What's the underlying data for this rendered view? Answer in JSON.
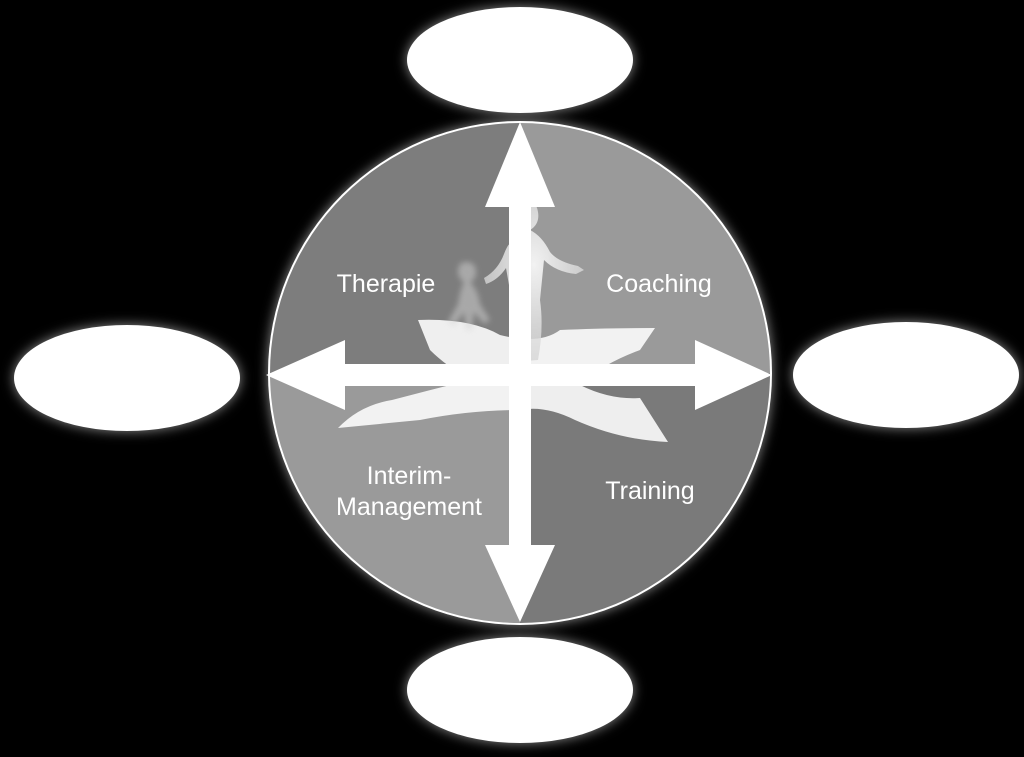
{
  "diagram": {
    "quadrants": [
      {
        "id": "therapie",
        "lines": [
          "Therapie"
        ]
      },
      {
        "id": "coaching",
        "lines": [
          "Coaching"
        ]
      },
      {
        "id": "interim-management",
        "lines": [
          "Interim-",
          "Management"
        ]
      },
      {
        "id": "training",
        "lines": [
          "Training"
        ]
      }
    ],
    "outer_ovals": [
      {
        "id": "top",
        "label": ""
      },
      {
        "id": "left",
        "label": ""
      },
      {
        "id": "right",
        "label": ""
      },
      {
        "id": "bottom",
        "label": ""
      }
    ],
    "colors": {
      "background": "#000000",
      "circle_fill": "#8a8a8a",
      "quadrant_light": "#9b9b9b",
      "quadrant_dark": "#787878",
      "arrow": "#ffffff",
      "oval": "#ffffff",
      "label_text": "#ffffff"
    }
  }
}
